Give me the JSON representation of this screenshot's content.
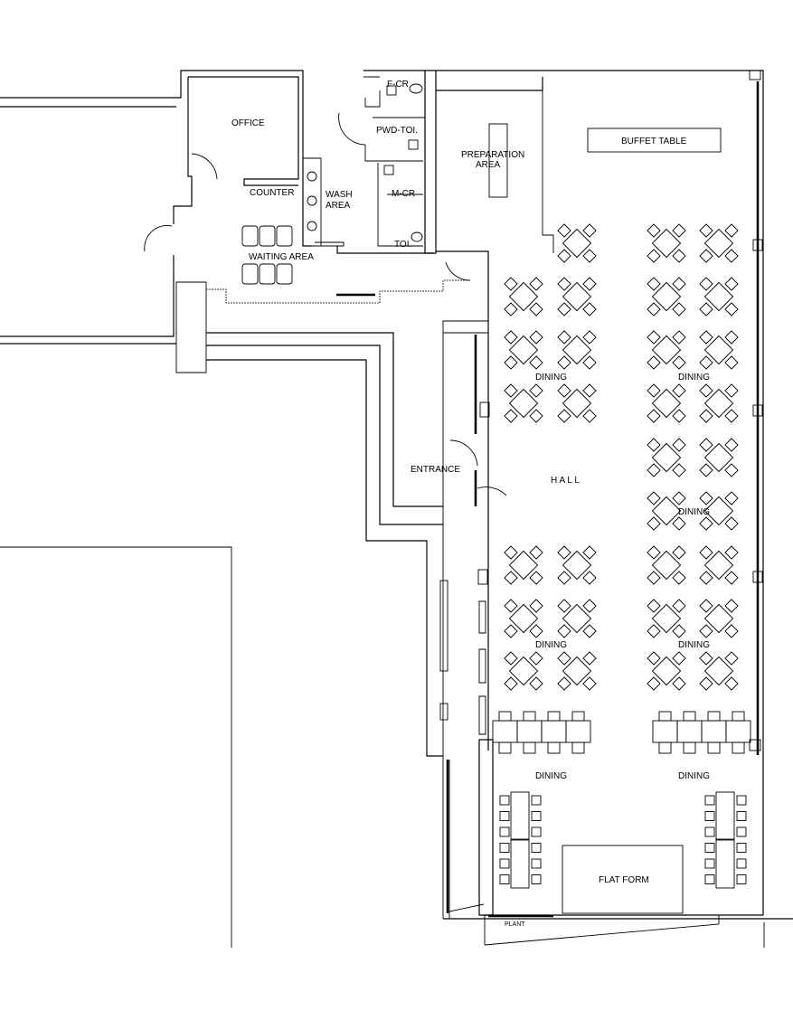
{
  "plan": {
    "rooms": {
      "office": "OFFICE",
      "counter": "COUNTER",
      "wash_area_1": "WASH",
      "wash_area_2": "AREA",
      "waiting_area": "WAITING  AREA",
      "f_cr": "F-CR",
      "pwd_toi": "PWD-TOI.",
      "m_cr": "M-CR",
      "toi": "TOI.",
      "preparation_1": "PREPARATION",
      "preparation_2": "AREA",
      "buffet_table": "BUFFET TABLE",
      "entrance": "ENTRANCE",
      "hall": "H A L L",
      "dining": "DINING",
      "flat_form": "FLAT FORM",
      "plant": "PLANT"
    }
  }
}
